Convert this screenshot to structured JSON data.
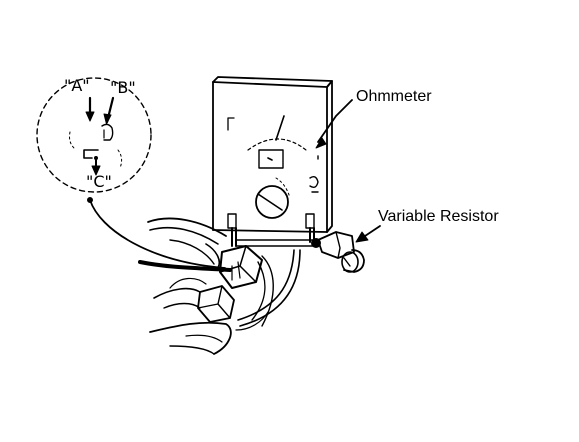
{
  "labels": {
    "ohmmeter": "Ohmmeter",
    "variable_resistor": "Variable Resistor",
    "pin_a": "\"A\"",
    "pin_b": "\"B\"",
    "pin_c": "\"C\""
  },
  "colors": {
    "ink": "#000000",
    "paper": "#ffffff"
  }
}
